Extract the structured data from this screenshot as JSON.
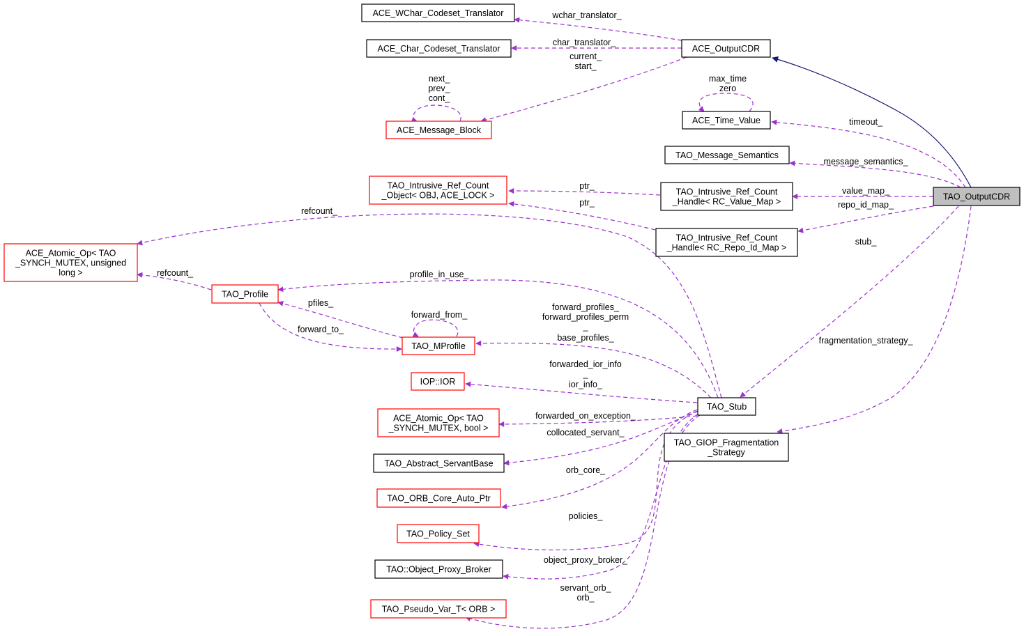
{
  "colors": {
    "member_edge": "#9a32cd",
    "inherit_edge": "#191970",
    "red_border": "#ff0000",
    "black_border": "#000000",
    "focus_fill": "#bfbfbf"
  },
  "nodes": {
    "wchar": {
      "lines": [
        "ACE_WChar_Codeset_Translator"
      ],
      "border": "black"
    },
    "char": {
      "lines": [
        "ACE_Char_Codeset_Translator"
      ],
      "border": "black"
    },
    "outcdr_base": {
      "lines": [
        "ACE_OutputCDR"
      ],
      "border": "black"
    },
    "msgblock": {
      "lines": [
        "ACE_Message_Block"
      ],
      "border": "red"
    },
    "timevalue": {
      "lines": [
        "ACE_Time_Value"
      ],
      "border": "black"
    },
    "msgsem": {
      "lines": [
        "TAO_Message_Semantics"
      ],
      "border": "black"
    },
    "intrusive_obj": {
      "lines": [
        "TAO_Intrusive_Ref_Count",
        "_Object< OBJ, ACE_LOCK >"
      ],
      "border": "red"
    },
    "handle_value": {
      "lines": [
        "TAO_Intrusive_Ref_Count",
        "_Handle< RC_Value_Map >"
      ],
      "border": "black"
    },
    "handle_repo": {
      "lines": [
        "TAO_Intrusive_Ref_Count",
        "_Handle< RC_Repo_Id_Map >"
      ],
      "border": "black"
    },
    "tao_outcdr": {
      "lines": [
        "TAO_OutputCDR"
      ],
      "border": "focus"
    },
    "atomic_ulong": {
      "lines": [
        "ACE_Atomic_Op< TAO",
        "_SYNCH_MUTEX, unsigned",
        "long >"
      ],
      "border": "red"
    },
    "profile": {
      "lines": [
        "TAO_Profile"
      ],
      "border": "red"
    },
    "mprofile": {
      "lines": [
        "TAO_MProfile"
      ],
      "border": "red"
    },
    "ior": {
      "lines": [
        "IOP::IOR"
      ],
      "border": "red"
    },
    "atomic_bool": {
      "lines": [
        "ACE_Atomic_Op< TAO",
        "_SYNCH_MUTEX, bool >"
      ],
      "border": "red"
    },
    "servantbase": {
      "lines": [
        "TAO_Abstract_ServantBase"
      ],
      "border": "black"
    },
    "orbcore": {
      "lines": [
        "TAO_ORB_Core_Auto_Ptr"
      ],
      "border": "red"
    },
    "policyset": {
      "lines": [
        "TAO_Policy_Set"
      ],
      "border": "red"
    },
    "proxybroker": {
      "lines": [
        "TAO::Object_Proxy_Broker"
      ],
      "border": "black"
    },
    "pseudovar": {
      "lines": [
        "TAO_Pseudo_Var_T< ORB >"
      ],
      "border": "red"
    },
    "stub": {
      "lines": [
        "TAO_Stub"
      ],
      "border": "black"
    },
    "giop": {
      "lines": [
        "TAO_GIOP_Fragmentation",
        "_Strategy"
      ],
      "border": "black"
    }
  },
  "edge_labels": {
    "wchar_translator": [
      "wchar_translator_"
    ],
    "char_translator": [
      "char_translator_"
    ],
    "current_start": [
      "current_",
      "start_"
    ],
    "next_prev_cont": [
      "next_",
      "prev_",
      "cont_"
    ],
    "max_time_zero": [
      "max_time",
      "zero"
    ],
    "timeout": [
      "timeout_"
    ],
    "message_semantics": [
      "message_semantics_"
    ],
    "ptr_value": [
      "ptr_"
    ],
    "ptr_repo": [
      "ptr_"
    ],
    "value_map": [
      "value_map_"
    ],
    "repo_id_map": [
      "repo_id_map_"
    ],
    "stub": [
      "stub_"
    ],
    "fragmentation_strategy": [
      "fragmentation_strategy_"
    ],
    "refcount_stub": [
      "refcount_"
    ],
    "refcount_profile": [
      "refcount_"
    ],
    "profile_in_use": [
      "profile_in_use_"
    ],
    "pfiles": [
      "pfiles_"
    ],
    "forward_from": [
      "forward_from_"
    ],
    "forward_to": [
      "forward_to_"
    ],
    "forward_profiles": [
      "forward_profiles_",
      "forward_profiles_perm",
      "_"
    ],
    "base_profiles": [
      "base_profiles_"
    ],
    "forwarded_ior_info": [
      "forwarded_ior_info",
      "_"
    ],
    "ior_info": [
      "ior_info_"
    ],
    "forwarded_on_exception": [
      "forwarded_on_exception_"
    ],
    "collocated_servant": [
      "collocated_servant_"
    ],
    "orb_core": [
      "orb_core_"
    ],
    "policies": [
      "policies_"
    ],
    "object_proxy_broker": [
      "object_proxy_broker_"
    ],
    "servant_orb": [
      "servant_orb_",
      "orb_"
    ]
  }
}
